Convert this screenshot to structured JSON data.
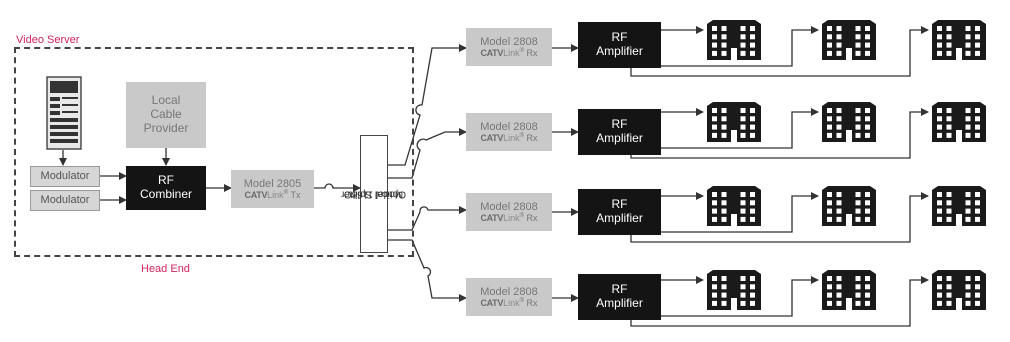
{
  "labels": {
    "video_server": "Video Server",
    "head_end": "Head End"
  },
  "modulator_1": "Modulator",
  "modulator_2": "Modulator",
  "local_cable_provider": [
    "Local",
    "Cable",
    "Provider"
  ],
  "rf_combiner": [
    "RF",
    "Combiner"
  ],
  "transmitter": {
    "model": "Model 2805",
    "brand": "CATV",
    "brand_suffix": "Link",
    "reg": "®",
    "type": "Tx"
  },
  "splitter": [
    "Model 1168O",
    "Optical Splitter"
  ],
  "receivers": [
    {
      "model": "Model 2808",
      "brand": "CATV",
      "brand_suffix": "Link",
      "reg": "®",
      "type": "Rx"
    },
    {
      "model": "Model 2808",
      "brand": "CATV",
      "brand_suffix": "Link",
      "reg": "®",
      "type": "Rx"
    },
    {
      "model": "Model 2808",
      "brand": "CATV",
      "brand_suffix": "Link",
      "reg": "®",
      "type": "Rx"
    },
    {
      "model": "Model 2808",
      "brand": "CATV",
      "brand_suffix": "Link",
      "reg": "®",
      "type": "Rx"
    }
  ],
  "amplifiers": [
    [
      "RF",
      "Amplifier"
    ],
    [
      "RF",
      "Amplifier"
    ],
    [
      "RF",
      "Amplifier"
    ],
    [
      "RF",
      "Amplifier"
    ]
  ],
  "colors": {
    "label_accent": "#d0245a",
    "dark_box": "#141414",
    "gray_box": "#c9c9c9"
  },
  "icons": {
    "building": "building-icon",
    "server": "server-rack-icon"
  }
}
